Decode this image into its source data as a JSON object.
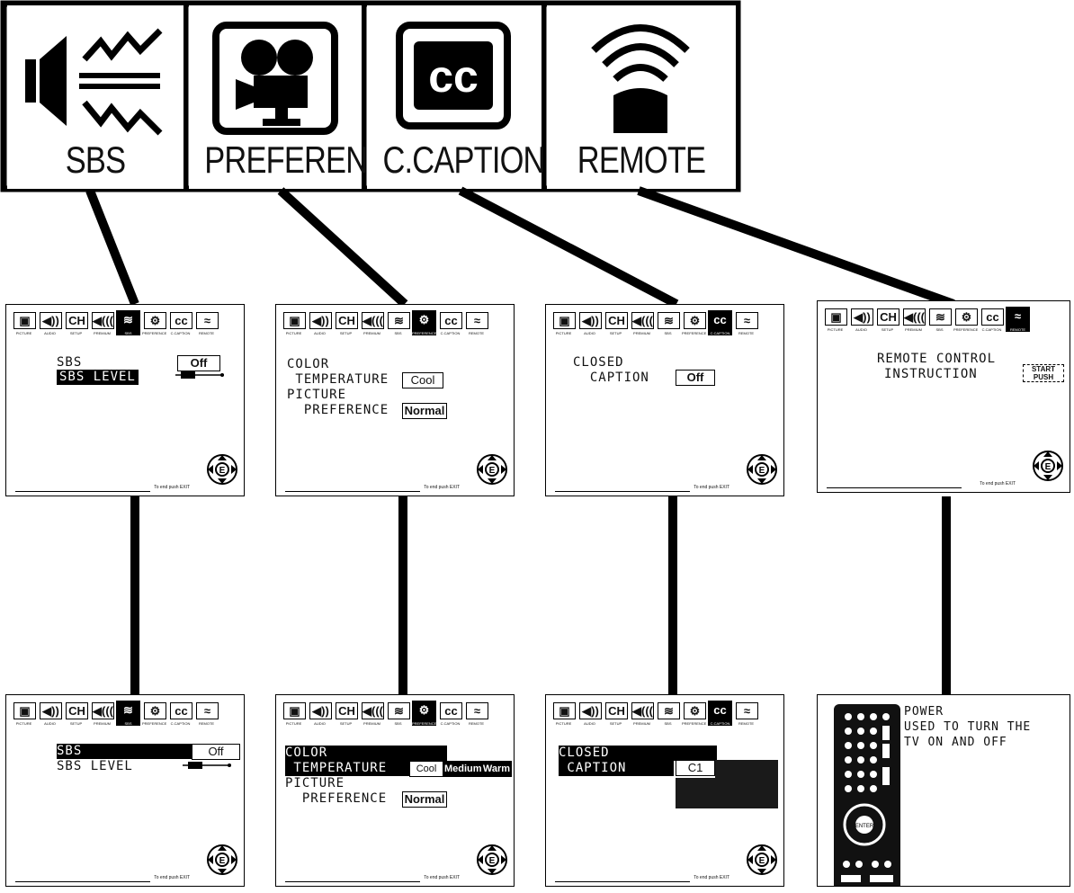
{
  "tabs": [
    {
      "label": "SBS",
      "icon": "speaker-waves-icon"
    },
    {
      "label": "PREFERENCE",
      "icon": "film-camera-icon"
    },
    {
      "label": "C.CAPTION",
      "icon": "closed-caption-icon"
    },
    {
      "label": "REMOTE",
      "icon": "remote-signal-icon"
    }
  ],
  "menu_icons": [
    {
      "caption": "PICTURE",
      "glyph": "▣"
    },
    {
      "caption": "AUDIO",
      "glyph": "◀))"
    },
    {
      "caption": "SETUP",
      "glyph": "CH"
    },
    {
      "caption": "PREMIUM",
      "glyph": "◀((("
    },
    {
      "caption": "SBS",
      "glyph": "≋"
    },
    {
      "caption": "PREFERENCE",
      "glyph": "⚙"
    },
    {
      "caption": "C.CAPTION",
      "glyph": "cc"
    },
    {
      "caption": "REMOTE",
      "glyph": "≈"
    }
  ],
  "screens_top": {
    "sbs": {
      "line1": "SBS",
      "line2": "SBS LEVEL",
      "value": "Off"
    },
    "pref": {
      "l1": "COLOR",
      "l2": " TEMPERATURE",
      "v1": "Cool",
      "l3": "PICTURE",
      "l4": "  PREFERENCE",
      "v2": "Normal"
    },
    "cc": {
      "l1": "CLOSED",
      "l2": "  CAPTION",
      "v1": "Off"
    },
    "remote": {
      "l1": "REMOTE CONTROL",
      "l2": "INSTRUCTION",
      "badge1": "START",
      "badge2": "PUSH"
    }
  },
  "screens_bottom": {
    "sbs": {
      "line1": "SBS",
      "line2": "SBS LEVEL",
      "value": "Off"
    },
    "pref": {
      "l1": "COLOR",
      "l2": " TEMPERATURE",
      "opt1": "Cool",
      "opt2": "Medium",
      "opt3": "Warm",
      "l3": "PICTURE",
      "l4": "  PREFERENCE",
      "v2": "Normal"
    },
    "cc": {
      "l1": "CLOSED",
      "l2": " CAPTION",
      "v1": "C1"
    },
    "remote": {
      "title": "POWER",
      "desc1": "USED TO TURN THE",
      "desc2": "TV ON AND OFF"
    }
  },
  "exit_hint": "To end push EXIT"
}
